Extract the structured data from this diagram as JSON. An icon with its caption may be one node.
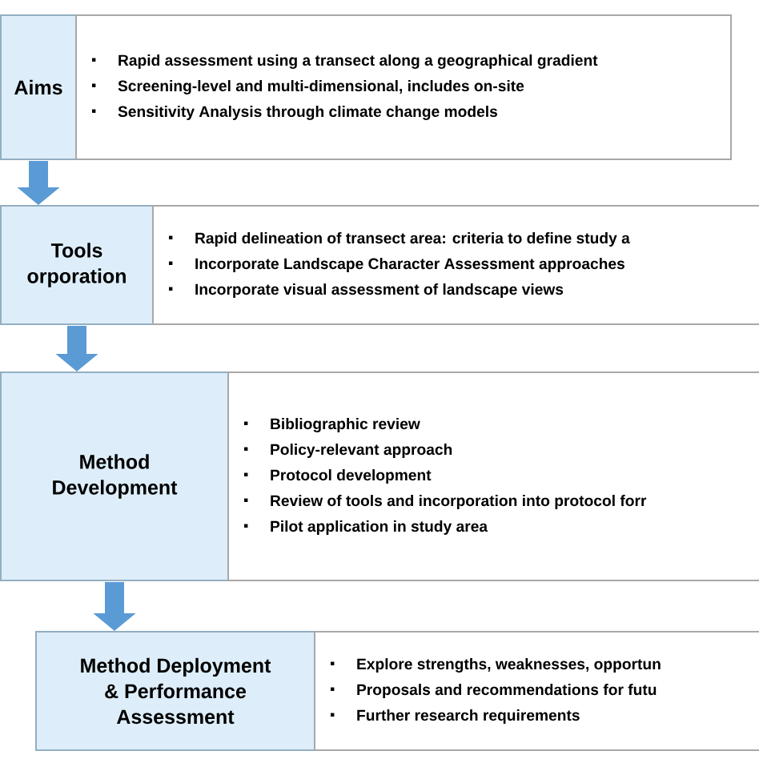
{
  "diagram": {
    "nodes": [
      {
        "text": [
          "Aims"
        ]
      },
      {
        "text": [
          "Rapid assessment using a transect along a geographical gradient",
          "Screening-level and multi-dimensional, includes on-site",
          "Sensitivity Analysis through climate change models"
        ]
      },
      {
        "text": [
          "Tools orporation"
        ]
      },
      {
        "text": [
          "Rapid delineation of transect area: criteria to define study a",
          "Incorporate Landscape Character Assessment approaches",
          "Incorporate visual assessment of landscape views"
        ]
      },
      {
        "text": [
          "Method Development"
        ]
      },
      {
        "text": [
          "Bibliographic review",
          "Policy-relevant approach",
          "Protocol development",
          "Review of tools and incorporation into protocol forr",
          "Pilot application in study area"
        ]
      },
      {
        "text": [
          "Method Deployment & Performance Assessment"
        ]
      },
      {
        "text": [
          "Explore strengths, weaknesses, opportun",
          "Proposals and recommendations for futu",
          "Further research requirements"
        ]
      }
    ],
    "edges": [
      {
        "from": 0,
        "to": 2,
        "arrow": "to"
      },
      {
        "from": 2,
        "to": 4,
        "arrow": "to"
      },
      {
        "from": 4,
        "to": 6,
        "arrow": "to"
      }
    ]
  }
}
